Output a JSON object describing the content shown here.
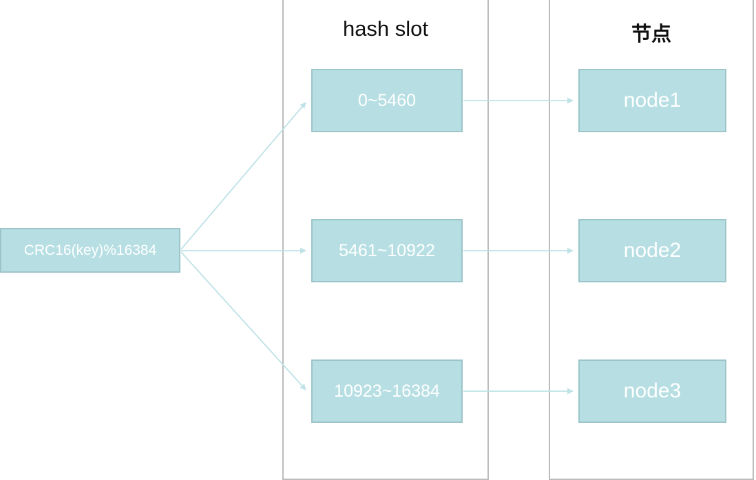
{
  "diagram": {
    "source": {
      "label": "CRC16(key)%16384"
    },
    "hash_slot_column": {
      "title": "hash slot",
      "items": [
        "0~5460",
        "5461~10922",
        "10923~16384"
      ]
    },
    "node_column": {
      "title": "节点",
      "items": [
        "node1",
        "node2",
        "node3"
      ]
    },
    "colors": {
      "box_fill": "#b7dfe3",
      "box_border": "#9cc5ca",
      "box_text": "#ffffff",
      "arrow": "#bfe2e6",
      "panel_border": "#bcbcbc",
      "title_text": "#0f0f0f"
    }
  }
}
